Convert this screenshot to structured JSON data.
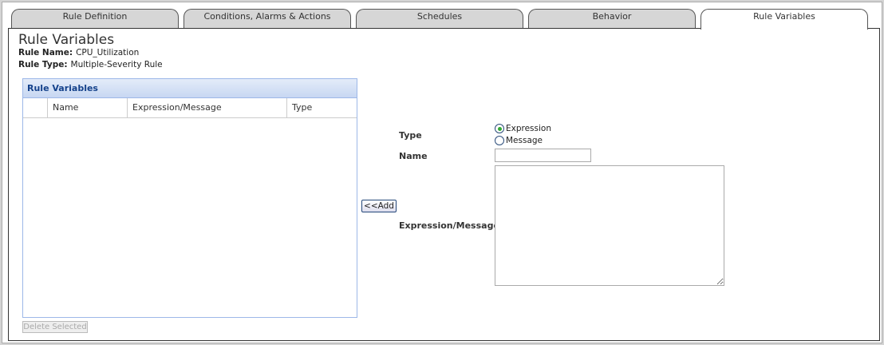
{
  "tabs": [
    "Rule Definition",
    "Conditions, Alarms & Actions",
    "Schedules",
    "Behavior",
    "Rule Variables"
  ],
  "active_tab": 4,
  "page_title": "Rule Variables",
  "rule_name_label": "Rule Name:",
  "rule_name": "CPU_Utilization",
  "rule_type_label": "Rule Type:",
  "rule_type": "Multiple-Severity Rule",
  "grid": {
    "title": "Rule Variables",
    "columns": [
      "Name",
      "Expression/Message",
      "Type"
    ],
    "rows": []
  },
  "delete_label": "Delete Selected",
  "add_label": "<<Add",
  "form": {
    "type_label": "Type",
    "options": [
      "Expression",
      "Message"
    ],
    "selected": "Expression",
    "name_label": "Name",
    "name_value": "",
    "expr_label": "Expression/Message",
    "expr_value": ""
  }
}
